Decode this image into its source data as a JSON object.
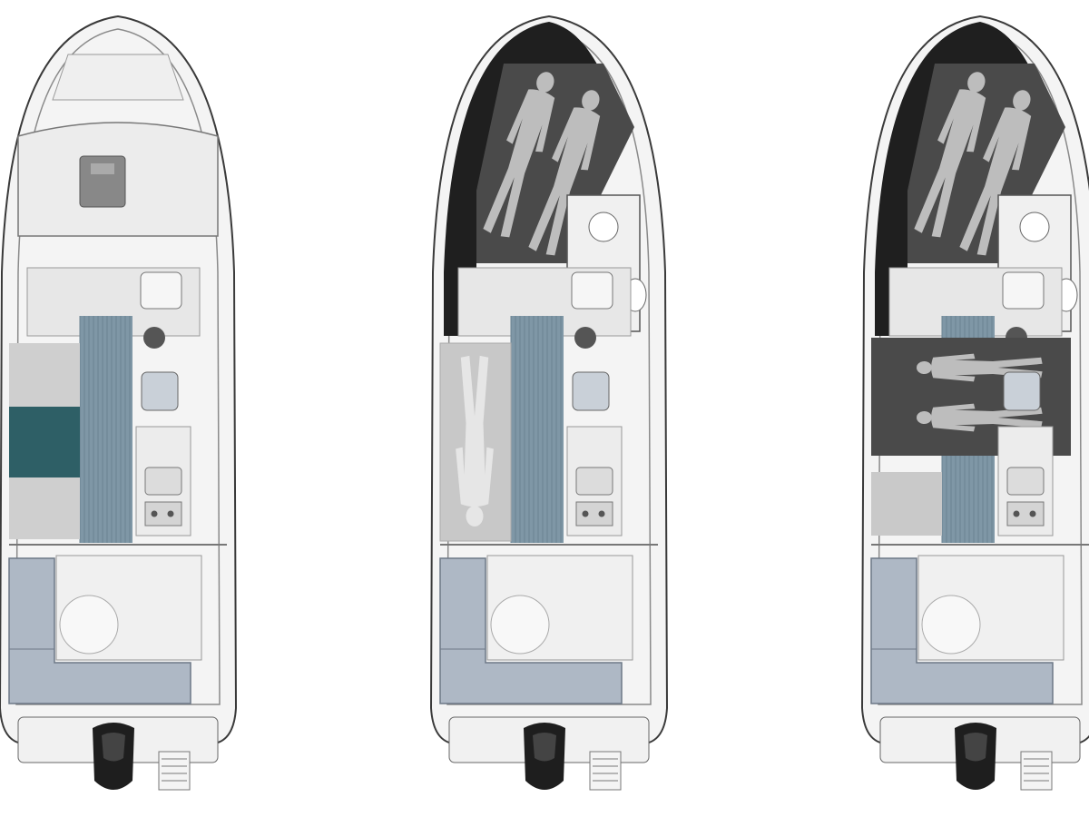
{
  "image": {
    "kind": "boat deck plan comparison",
    "background": "#ffffff"
  },
  "plans": [
    {
      "id": "layout-day",
      "cabin_sleeper": false,
      "dinette_sleeper": false,
      "saloon_berth": false,
      "cushion_color": "#2e5f66"
    },
    {
      "id": "layout-bow-and-dinette-berth",
      "cabin_sleeper": true,
      "dinette_sleeper": true,
      "saloon_berth": false,
      "cushion_color": "#bdbdbd"
    },
    {
      "id": "layout-bow-and-saloon-berth",
      "cabin_sleeper": true,
      "dinette_sleeper": false,
      "saloon_berth": true,
      "cushion_color": "#c8c8c8"
    }
  ],
  "colors": {
    "hull": "#f4f4f4",
    "hull_outline": "#3a3a3a",
    "deck": "#e9e9e9",
    "teak": "#7f97a6",
    "cockpit_cushion": "#aeb8c5",
    "berth_dark": "#4a4a4a",
    "figure": "#bdbdbd",
    "outboard": "#1e1e1e"
  }
}
